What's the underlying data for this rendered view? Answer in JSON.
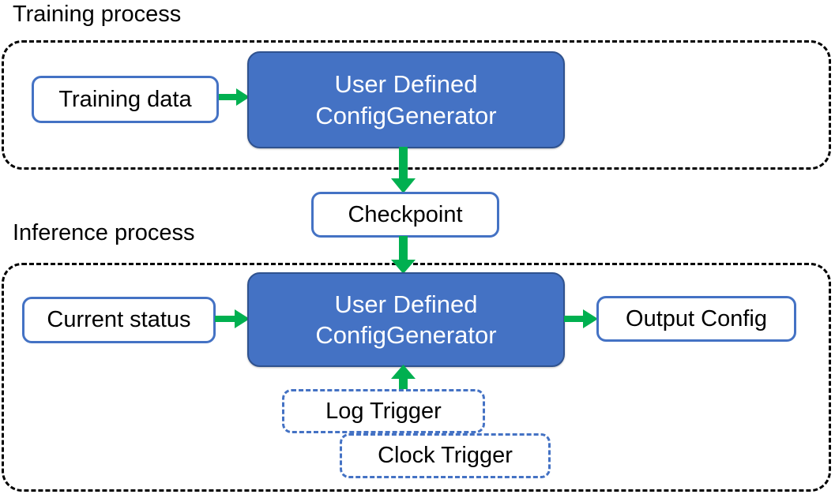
{
  "diagram": {
    "title_training": "Training process",
    "title_inference": "Inference process",
    "colors": {
      "process_fill": "#4472C4",
      "process_border": "#2F528F",
      "io_border": "#4472C4",
      "arrow_green": "#00B050",
      "group_border": "#000000",
      "text_dark": "#000000",
      "text_light": "#FFFFFF"
    },
    "groups": [
      {
        "id": "training",
        "label": "Training process",
        "border_style": "dashed"
      },
      {
        "id": "inference",
        "label": "Inference process",
        "border_style": "dashed"
      }
    ],
    "nodes": [
      {
        "id": "training-data",
        "label": "Training data",
        "type": "io",
        "group": "training"
      },
      {
        "id": "proc-training",
        "label_line1": "User Defined",
        "label_line2": "ConfigGenerator",
        "type": "process",
        "group": "training"
      },
      {
        "id": "checkpoint",
        "label": "Checkpoint",
        "type": "io",
        "group": "between"
      },
      {
        "id": "current-status",
        "label": "Current status",
        "type": "io",
        "group": "inference"
      },
      {
        "id": "proc-inference",
        "label_line1": "User Defined",
        "label_line2": "ConfigGenerator",
        "type": "process",
        "group": "inference"
      },
      {
        "id": "output-config",
        "label": "Output Config",
        "type": "io",
        "group": "inference"
      },
      {
        "id": "log-trigger",
        "label": "Log Trigger",
        "type": "trigger",
        "group": "inference"
      },
      {
        "id": "clock-trigger",
        "label": "Clock Trigger",
        "type": "trigger",
        "group": "inference"
      }
    ],
    "edges": [
      {
        "from": "training-data",
        "to": "proc-training",
        "direction": "right"
      },
      {
        "from": "proc-training",
        "to": "checkpoint",
        "direction": "down"
      },
      {
        "from": "checkpoint",
        "to": "proc-inference",
        "direction": "down"
      },
      {
        "from": "current-status",
        "to": "proc-inference",
        "direction": "right"
      },
      {
        "from": "proc-inference",
        "to": "output-config",
        "direction": "right"
      },
      {
        "from": "log-trigger",
        "to": "proc-inference",
        "direction": "up"
      }
    ]
  }
}
